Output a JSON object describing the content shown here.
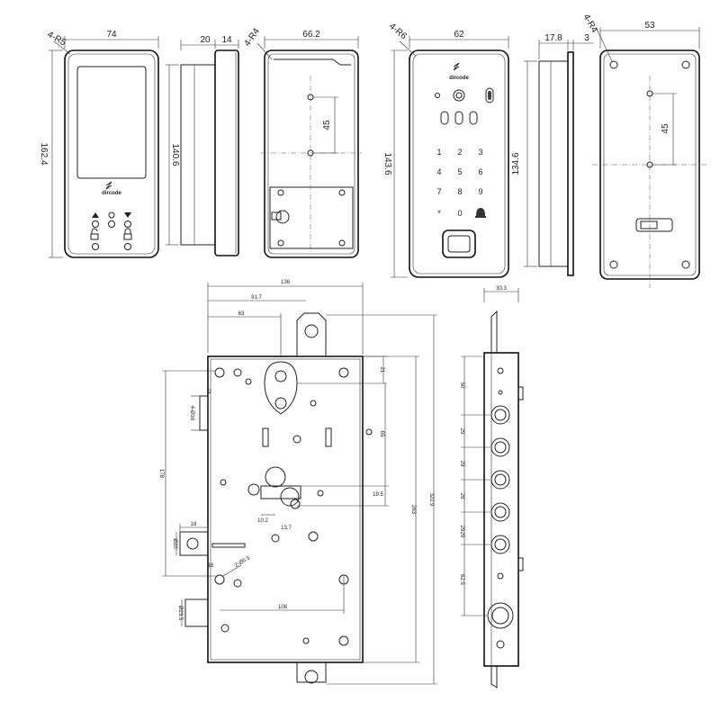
{
  "front_panel": {
    "width": "74",
    "height": "162.4",
    "radius": "4-R5",
    "brand": "dircode"
  },
  "side_panel": {
    "depth_a": "20",
    "depth_b": "14",
    "height": "140.6"
  },
  "back_plate_outdoor": {
    "radius": "4-R4",
    "width": "66.2",
    "hole_spacing": "45"
  },
  "keypad_panel": {
    "radius": "4-R6",
    "width": "62",
    "height": "143.6",
    "brand": "dircode",
    "keys": [
      "1",
      "2",
      "3",
      "4",
      "5",
      "6",
      "7",
      "8",
      "9",
      "*",
      "0"
    ]
  },
  "side_panel_indoor": {
    "depth_a": "17.8",
    "depth_b": "3",
    "height": "134.6"
  },
  "back_plate_indoor": {
    "radius": "4-R4",
    "width": "53",
    "hole_spacing": "45"
  },
  "lock_body": {
    "width": "136",
    "dim_91_7": "91.7",
    "dim_63": "63",
    "dim_21": "21",
    "dim_65": "65",
    "dim_19_5": "19.5",
    "dim_10_2": "10.2",
    "dim_13_7": "13.7",
    "dim_178": "178",
    "dim_2": "2",
    "dim_4_phi16": "4-Ø16",
    "dim_18": "18",
    "dim_phi20": "Ø20",
    "dim_16": "16",
    "dim_2_phi6_5": "2-Ø6.5",
    "dim_108": "108",
    "dim_phi23_5": "Ø23.5",
    "dim_263": "263",
    "dim_322_9": "322.9"
  },
  "bolt_side": {
    "width": "30.3",
    "dim_50": "50",
    "pitch_1": "29",
    "pitch_2": "29",
    "pitch_3": "29",
    "pitch_4": "29",
    "pitch_5": "29",
    "dim_62_5": "62.5"
  }
}
